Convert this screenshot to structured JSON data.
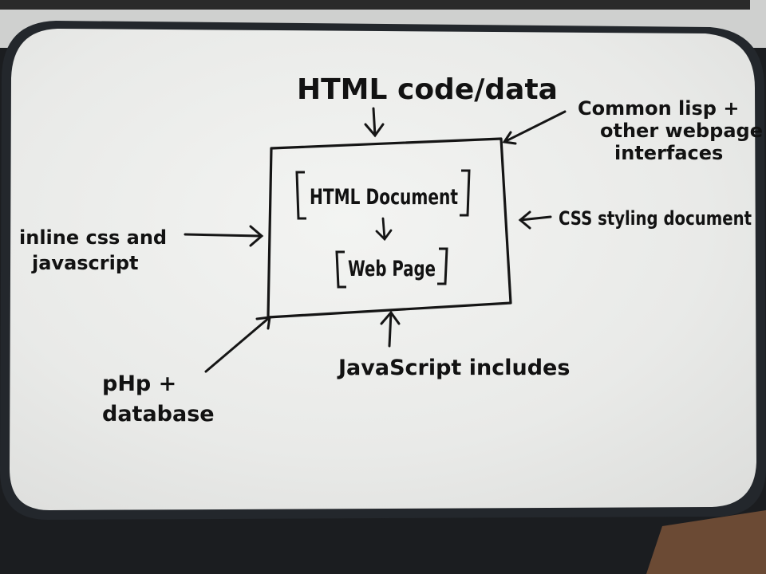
{
  "diagram": {
    "top_label": "HTML code/data",
    "top_right_label": [
      "Common lisp +",
      "other webpage",
      "interfaces"
    ],
    "right_label": "CSS styling document",
    "left_label": [
      "inline css and",
      "javascript"
    ],
    "bottom_label": "JavaScript includes",
    "bottom_left_label": [
      "pHp +",
      "database"
    ],
    "inner_top": "HTML Document",
    "inner_bottom": "Web Page"
  }
}
